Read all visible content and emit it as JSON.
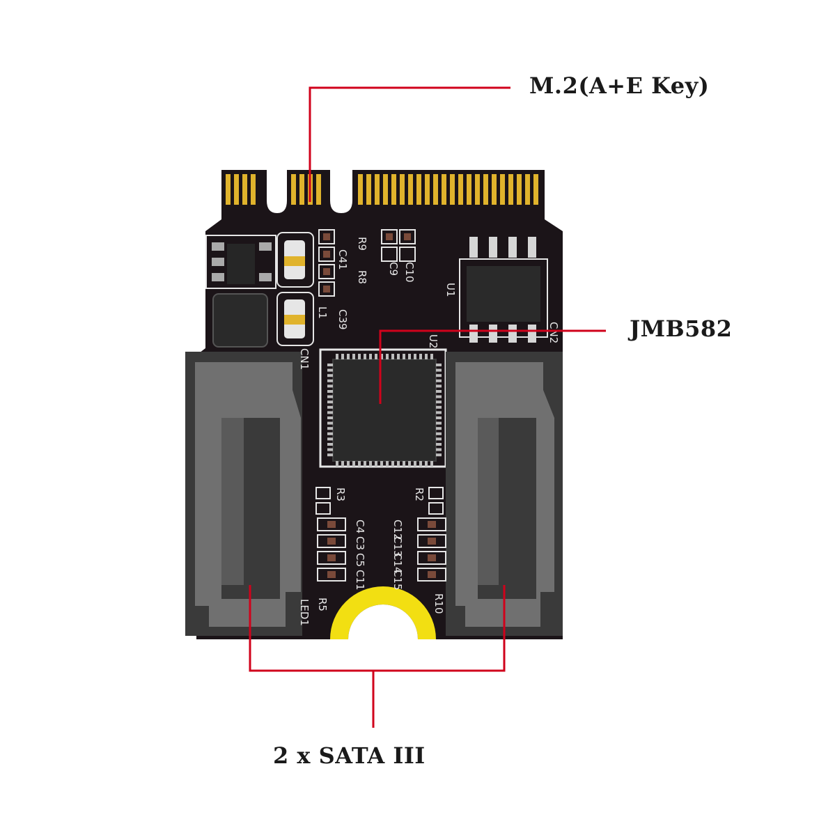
{
  "callouts": {
    "interface": "M.2(A+E Key)",
    "controller": "JMB582",
    "ports": "2 x SATA III"
  },
  "silkscreen": {
    "r9": "R9",
    "r8": "R8",
    "c41": "C41",
    "c39": "C39",
    "l1": "L1",
    "c10": "C10",
    "c9": "C9",
    "u1": "U1",
    "u2": "U2",
    "cn1": "CN1",
    "cn2": "CN2",
    "r3": "R3",
    "r2": "R2",
    "r5": "R5",
    "r10": "R10",
    "led": "LED1",
    "c4": "C4",
    "c3": "C3",
    "c5": "C5",
    "c11": "C11",
    "c12": "C12",
    "c13": "C13",
    "c14": "C14",
    "c15": "C15"
  },
  "colors": {
    "pcb": "#1b1418",
    "gold": "#e0b32c",
    "pointer": "#d0021b",
    "connector": "#707070",
    "connector_dark": "#3a3a3a",
    "chip": "#2a2a2a"
  }
}
